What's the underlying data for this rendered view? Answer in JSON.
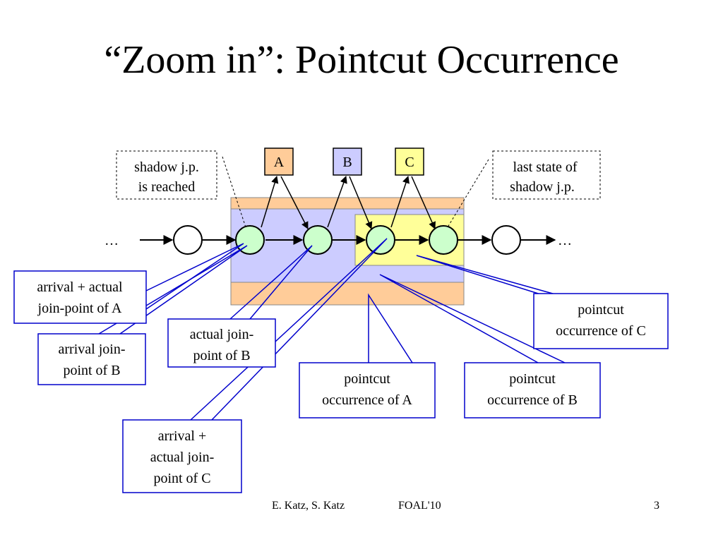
{
  "slide": {
    "title": "“Zoom in”: Pointcut Occurrence",
    "footer_authors": "E. Katz, S. Katz",
    "footer_venue": "FOAL'10",
    "page_number": "3"
  },
  "diagram": {
    "ellipsis_left": "…",
    "ellipsis_right": "…",
    "aspects": [
      {
        "label": "A",
        "color": "#ffcc99"
      },
      {
        "label": "B",
        "color": "#ccccff"
      },
      {
        "label": "C",
        "color": "#ffff99"
      }
    ],
    "shadow_reached": {
      "line1": "shadow j.p.",
      "line2": "is reached"
    },
    "last_state": {
      "line1": "last state of",
      "line2": "shadow j.p."
    },
    "callouts": {
      "arrival_actual_a": {
        "line1": "arrival + actual",
        "line2": "join-point of A"
      },
      "arrival_b": {
        "line1": "arrival join-",
        "line2": "point of B"
      },
      "actual_b": {
        "line1": "actual join-",
        "line2": "point of B"
      },
      "arrival_actual_c": {
        "line1": "arrival +",
        "line2": "actual join-",
        "line3": "point of C"
      },
      "pointcut_a": {
        "line1": "pointcut",
        "line2": "occurrence of A"
      },
      "pointcut_b": {
        "line1": "pointcut",
        "line2": "occurrence of B"
      },
      "pointcut_c": {
        "line1": "pointcut",
        "line2": "occurrence of C"
      }
    },
    "colors": {
      "band_a": "#ffcc99",
      "band_b": "#ccccff",
      "band_c": "#ffff99",
      "joinpoint_fill": "#ccffcc",
      "callout_border": "#0000cc"
    }
  }
}
